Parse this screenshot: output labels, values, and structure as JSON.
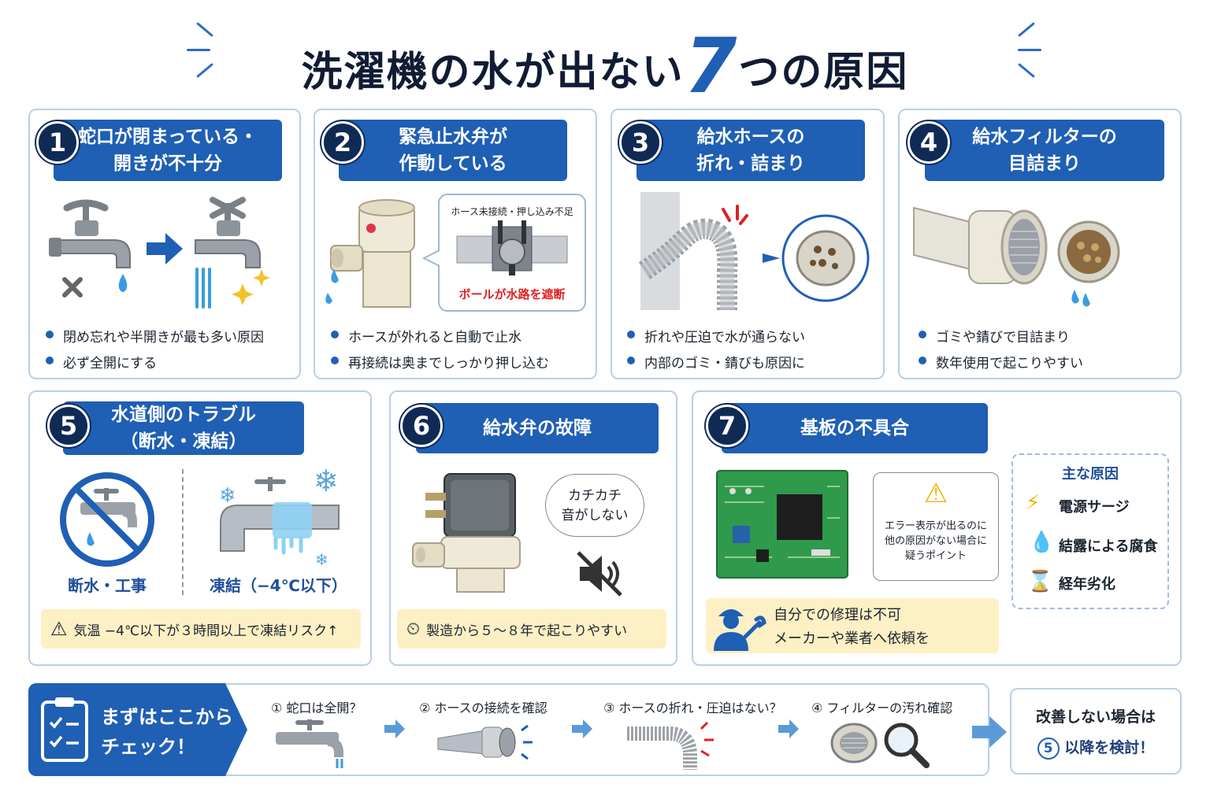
{
  "title": {
    "main": "洗濯機の水が出ない",
    "num": "7",
    "rest": "つの原因"
  },
  "causes": [
    {
      "num": "1",
      "title_l1": "蛇口が閉まっている・",
      "title_l2": "開きが不十分",
      "bullets": [
        "閉め忘れや半開きが最も多い原因",
        "必ず全開にする"
      ]
    },
    {
      "num": "2",
      "title_l1": "緊急止水弁が",
      "title_l2": "作動している",
      "callout_top": "ホース未接続・押し込み不足",
      "callout_bottom": "ボールが水路を遮断",
      "bullets": [
        "ホースが外れると自動で止水",
        "再接続は奥までしっかり押し込む"
      ]
    },
    {
      "num": "3",
      "title_l1": "給水ホースの",
      "title_l2": "折れ・詰まり",
      "bullets": [
        "折れや圧迫で水が通らない",
        "内部のゴミ・錆びも原因に"
      ]
    },
    {
      "num": "4",
      "title_l1": "給水フィルターの",
      "title_l2": "目詰まり",
      "bullets": [
        "ゴミや錆びで目詰まり",
        "数年使用で起こりやすい"
      ]
    },
    {
      "num": "5",
      "title_l1": "水道側のトラブル",
      "title_l2": "（断水・凍結）",
      "label_left": "断水・工事",
      "label_right": "凍結（−4℃以下）",
      "note": "気温 −4℃以下が３時間以上で凍結リスク↑"
    },
    {
      "num": "6",
      "title_l1": "給水弁の故障",
      "bubble_l1": "カチカチ",
      "bubble_l2": "音がしない",
      "note": "製造から５〜８年で起こりやすい"
    },
    {
      "num": "7",
      "title_l1": "基板の不具合",
      "bubble_l1": "エラー表示が出るのに",
      "bubble_l2": "他の原因がない場合に",
      "bubble_l3": "疑うポイント",
      "causes_title": "主な原因",
      "causes_list": [
        "電源サージ",
        "結露による腐食",
        "経年劣化"
      ],
      "note_l1": "自分での修理は不可",
      "note_l2": "メーカーや業者へ依頼を"
    }
  ],
  "checklist": {
    "head_l1": "まずはここから",
    "head_l2": "チェック！",
    "steps": [
      "① 蛇口は全開？",
      "② ホースの接続を確認",
      "③ ホースの折れ・圧迫はない？",
      "④ フィルターの汚れ確認"
    ]
  },
  "final": {
    "line1": "改善しない場合は",
    "num": "5",
    "line2": "以降を検討！"
  },
  "colors": {
    "primary": "#1f5fb4",
    "dark": "#0f2a55",
    "note_bg": "#fdf0c4",
    "alert": "#e02020"
  }
}
